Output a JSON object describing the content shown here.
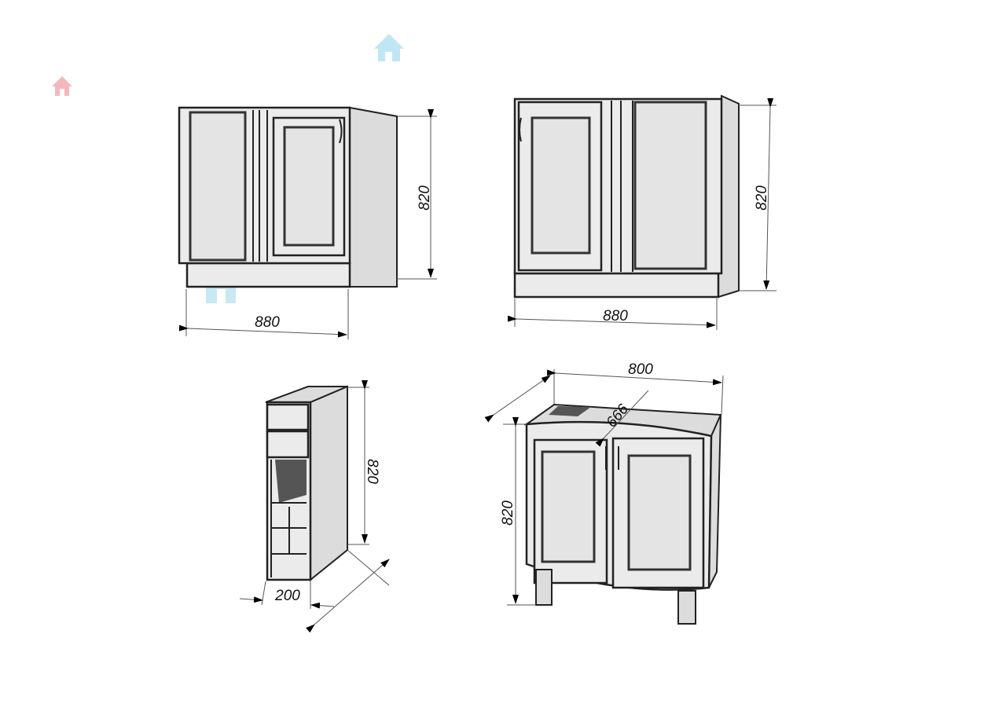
{
  "title": "Kitchen base cabinets dimension drawing",
  "cabinets": [
    {
      "name": "corner-cabinet-left",
      "width_label": "880",
      "height_label": "820"
    },
    {
      "name": "corner-cabinet-right",
      "width_label": "880",
      "height_label": "820"
    },
    {
      "name": "narrow-bottle-cabinet",
      "width_label": "200",
      "height_label": "820"
    },
    {
      "name": "curved-sink-cabinet",
      "width_label": "800",
      "depth_label": "666",
      "height_label": "820"
    }
  ],
  "watermark_icons": [
    "house-icon",
    "house-icon",
    "house-icon"
  ],
  "colors": {
    "line": "#222222",
    "face": "#ebebeb",
    "watermark_pink": "#f3b8bd",
    "watermark_blue": "#bfe6f3"
  }
}
